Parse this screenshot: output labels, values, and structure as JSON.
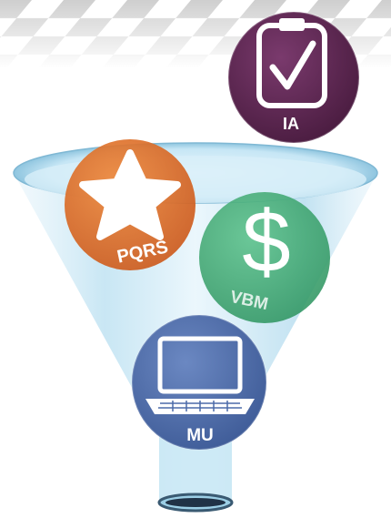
{
  "badges": {
    "ia": {
      "label": "IA",
      "icon": "clipboard-check-icon",
      "color": "#5b2550"
    },
    "pqrs": {
      "label": "PQRS",
      "icon": "star-icon",
      "color": "#e0702a"
    },
    "vbm": {
      "label": "VBM",
      "icon": "dollar-icon",
      "color": "#3faa72"
    },
    "mu": {
      "label": "MU",
      "icon": "laptop-icon",
      "color": "#4b6aa8"
    }
  },
  "vbm_symbol": "$",
  "funnel": {
    "color": "#bfe2f2"
  }
}
